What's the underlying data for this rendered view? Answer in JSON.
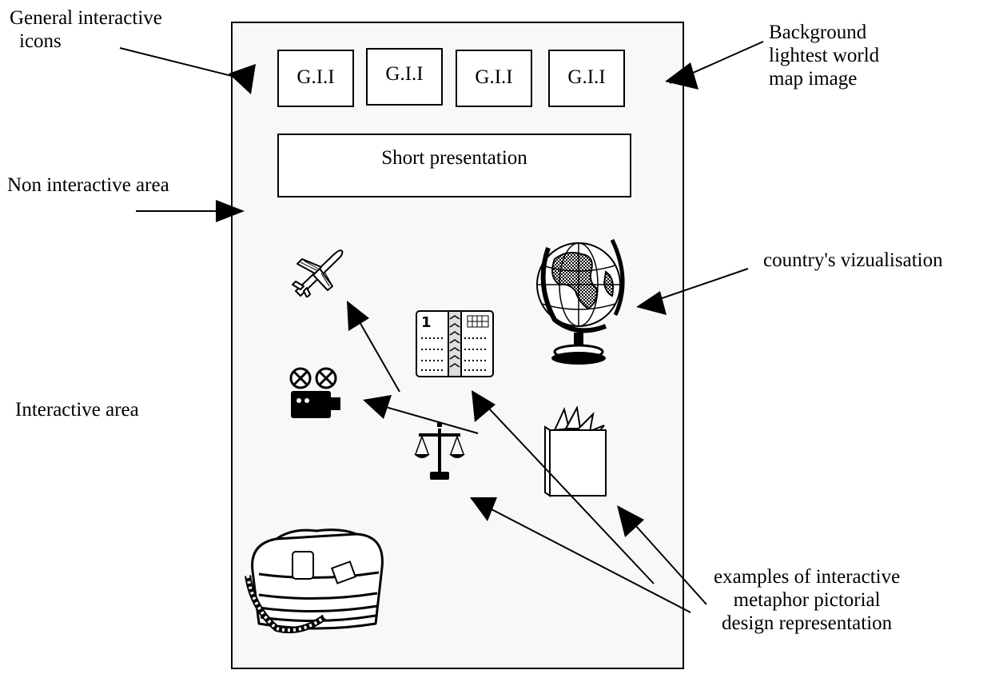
{
  "labels": {
    "general_icons": [
      "General interactive",
      "icons"
    ],
    "background": [
      "Background",
      "lightest world",
      "map image"
    ],
    "non_interactive": "Non interactive area",
    "interactive": "Interactive area",
    "country": "country's vizualisation",
    "examples": [
      "examples of interactive",
      "metaphor pictorial",
      "design representation"
    ]
  },
  "gii_buttons": [
    "G.I.I",
    "G.I.I",
    "G.I.I",
    "G.I.I"
  ],
  "short_presentation": "Short presentation",
  "icons": [
    "airplane-icon",
    "agenda-book-icon",
    "globe-icon",
    "film-projector-icon",
    "scales-of-justice-icon",
    "open-book-icon",
    "travel-bag-icon"
  ]
}
